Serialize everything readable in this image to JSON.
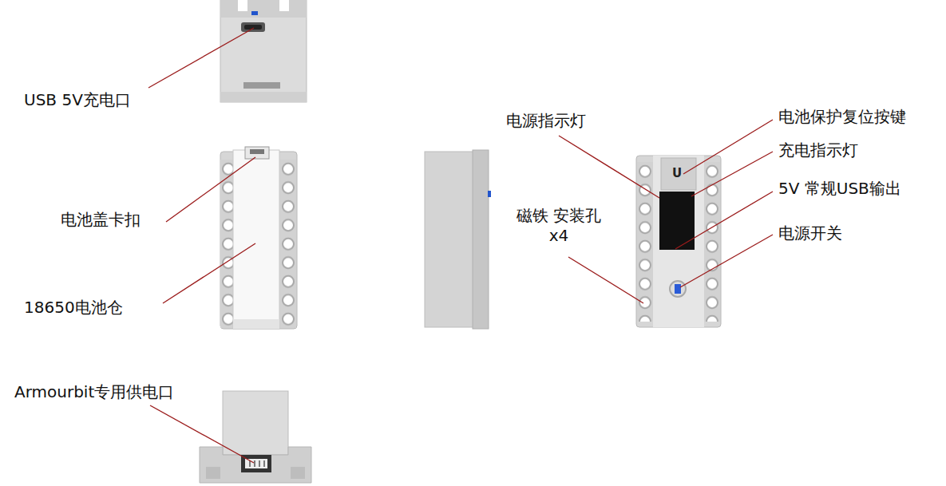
{
  "diagram": {
    "labels": [
      "USB 5V充电口",
      "电源指示灯",
      "电池保护复位按键",
      "U",
      "充电指示灯",
      "5V 常规USB输出",
      "电池盖卡扣",
      "磁铁 安装孔x4",
      "电源开关",
      "18650电池仓",
      "Armourbit专用供电口"
    ]
  }
}
